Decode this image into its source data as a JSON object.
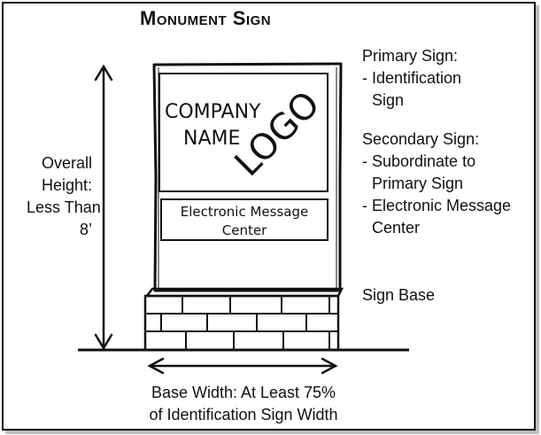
{
  "title": "Monument Sign",
  "sign_panel": {
    "company_line1": "COMPANY",
    "company_line2": "NAME",
    "logo": "LOGO",
    "emc_line1": "Electronic Message",
    "emc_line2": "Center"
  },
  "height_callout": {
    "line1": "Overall",
    "line2": "Height:",
    "line3": "Less Than",
    "line4": "8’"
  },
  "notes": {
    "primary_heading": "Primary Sign:",
    "primary_item1": "- Identification",
    "primary_item1_cont": "Sign",
    "secondary_heading": "Secondary Sign:",
    "secondary_item1": "- Subordinate to",
    "secondary_item1_cont": "Primary Sign",
    "secondary_item2": "- Electronic Message",
    "secondary_item2_cont": "Center",
    "base_label": "Sign Base"
  },
  "width_callout": {
    "line1": "Base Width: At Least 75%",
    "line2": "of Identification Sign Width"
  }
}
